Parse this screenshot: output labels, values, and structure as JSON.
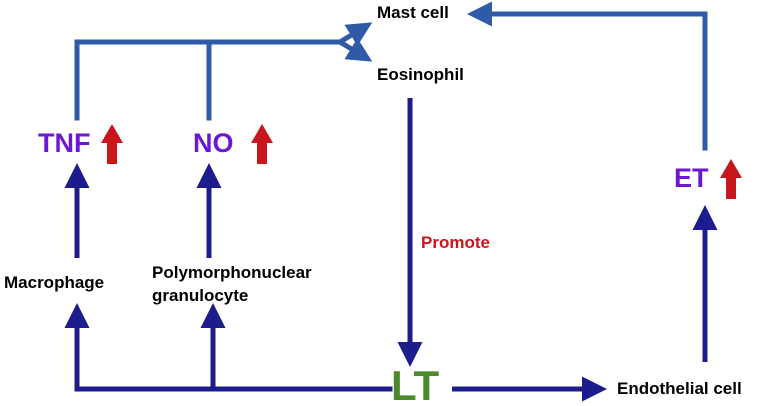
{
  "nodes": {
    "mast_cell": "Mast cell",
    "eosinophil": "Eosinophil",
    "tnf": "TNF",
    "no": "NO",
    "et": "ET",
    "macrophage": "Macrophage",
    "pmn_line1": "Polymorphonuclear",
    "pmn_line2": "granulocyte",
    "lt": "LT",
    "endothelial": "Endothelial cell"
  },
  "edge_labels": {
    "promote": "Promote"
  },
  "colors": {
    "line_top": "#2f5aa8",
    "line_dark": "#1c1c8c",
    "mediator_text": "#6a17d6",
    "lt_text": "#4a8a2a",
    "promote_text": "#c8161d",
    "up_arrow": "#c8161d"
  },
  "icons": {
    "increase_marker": "red-up-arrow-icon"
  }
}
